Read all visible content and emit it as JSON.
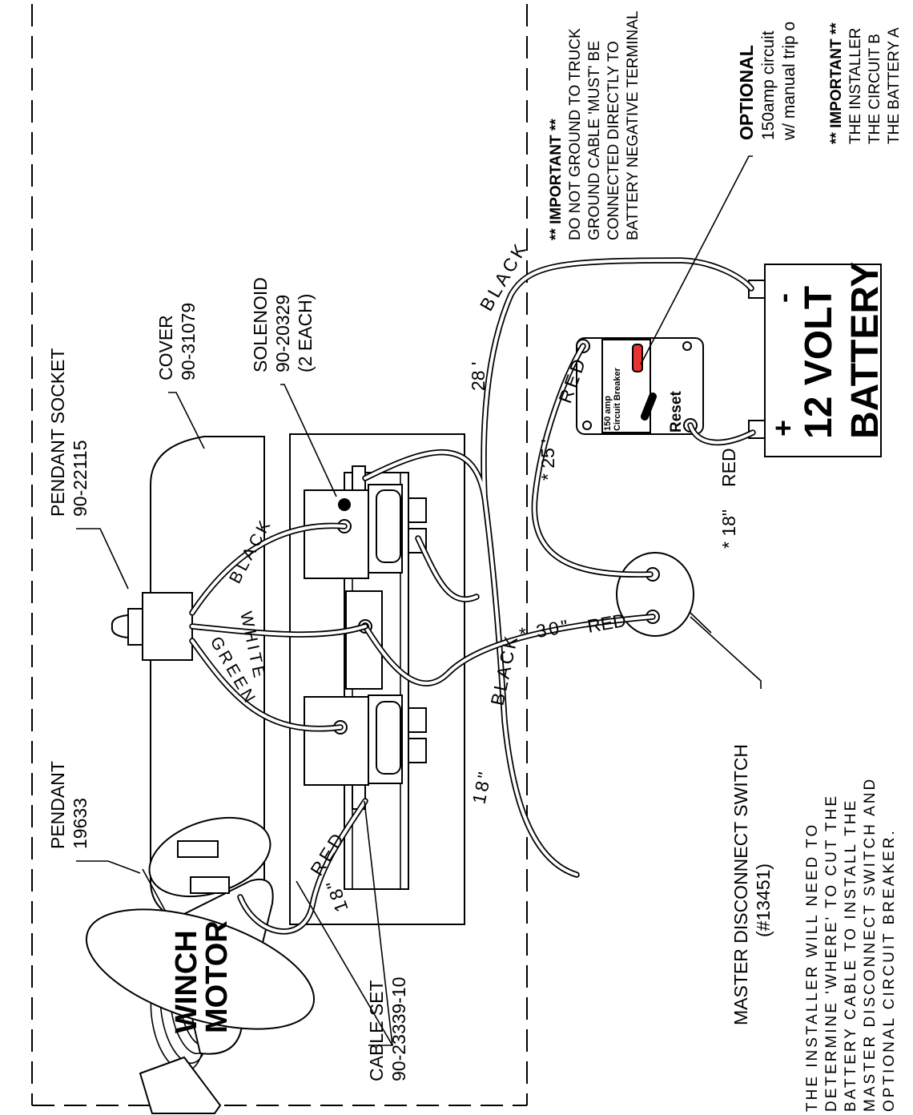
{
  "labels": {
    "pendant_title": "PENDANT",
    "pendant_part": "19633",
    "pendant_socket_title": "PENDANT SOCKET",
    "pendant_socket_part": "90-22115",
    "cover_title": "COVER",
    "cover_part": "90-31079",
    "solenoid_title": "SOLENOID",
    "solenoid_part": "90-20329",
    "solenoid_qty": "(2 EACH)",
    "cable_set_title": "CABLE SET",
    "cable_set_part": "90-23339-10",
    "winch_motor_line1": "WINCH",
    "winch_motor_line2": "MOTOR",
    "master_switch_title": "MASTER DISCONNECT SWITCH",
    "master_switch_part": "(#13451)",
    "battery_line1": "12 VOLT",
    "battery_line2": "BATTERY",
    "battery_plus": "+",
    "battery_minus": "-",
    "breaker_line1": "150 amp",
    "breaker_line2": "Circuit Breaker",
    "breaker_reset": "Reset"
  },
  "wire_labels": {
    "black": "BLACK",
    "white": "WHITE",
    "green": "GREEN",
    "black_28": "28 '",
    "black_28_color": "BLACK",
    "red_25": "* 25 '",
    "red_25_color": "RED",
    "red_18_battery": "* 18\"",
    "red_18_battery_color": "RED",
    "red_30": "* 30\"",
    "red_30_color": "RED",
    "black_18": "18\"",
    "black_18_color": "BLACK",
    "red_18_motor": "18\"",
    "red_18_motor_color": "RED"
  },
  "notes": {
    "important_ground_title": "** IMPORTANT **",
    "important_ground_lines": [
      "DO NOT GROUND TO TRUCK",
      "GROUND CABLE 'MUST' BE",
      "CONNECTED DIRECTLY TO",
      "BATTERY NEGATIVE TERMINAL"
    ],
    "optional_title": "OPTIONAL",
    "optional_lines": [
      "150amp circuit",
      "w/ manual trip o"
    ],
    "important_breaker_title": "** IMPORTANT **",
    "important_breaker_lines": [
      "THE INSTALLER",
      "THE CIRCUIT B",
      "THE BATTERY A"
    ],
    "installer_lines": [
      "THE INSTALLER WILL NEED TO",
      "DETERMINE 'WHERE' TO CUT THE",
      "BATTERY CABLE TO INSTALL THE",
      "MASTER DISCONNECT SWITCH AND",
      "OPTIONAL CIRCUIT BREAKER."
    ]
  }
}
